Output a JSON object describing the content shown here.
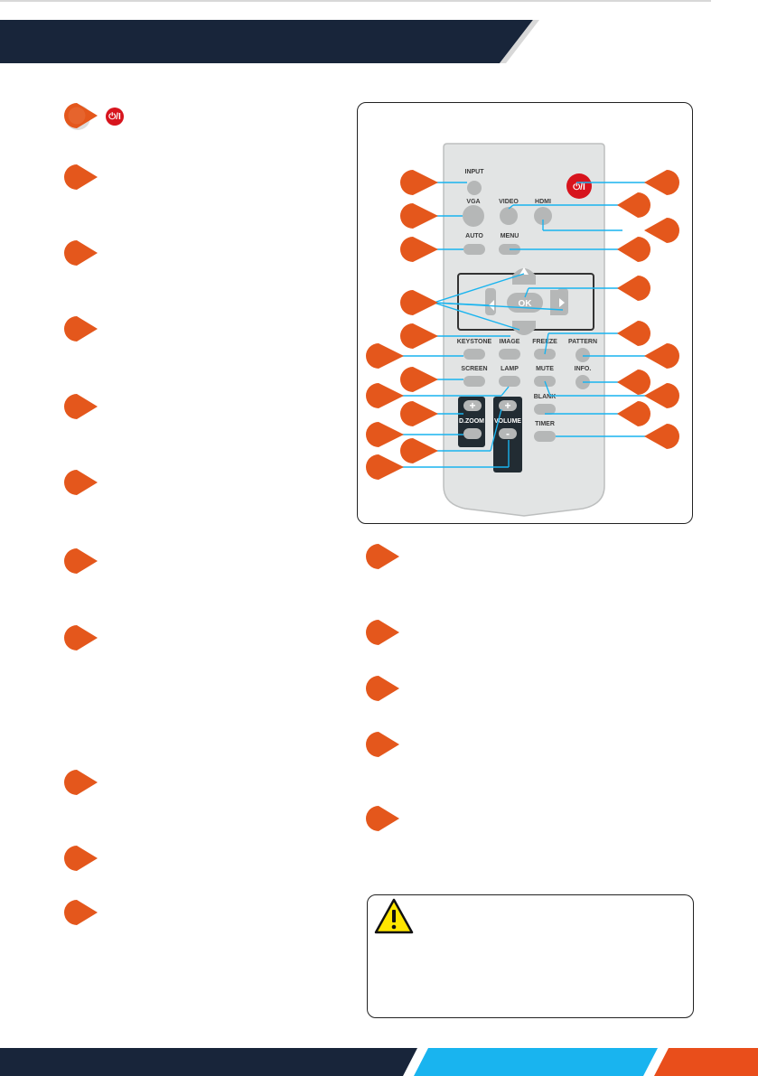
{
  "header": {
    "bar_color": "#18253a",
    "edge_color": "#d8d8d8"
  },
  "footer": {
    "dark_color": "#18253a",
    "cyan_color": "#19b4ef",
    "orange_color": "#e94e1b"
  },
  "callout_color": "#e4571c",
  "power_symbol": "⏻/I",
  "remote": {
    "buttons": {
      "input": "INPUT",
      "vga": "VGA",
      "video": "VIDEO",
      "hdmi": "HDMI",
      "auto": "AUTO",
      "menu": "MENU",
      "ok": "OK",
      "keystone": "KEYSTONE",
      "image": "IMAGE",
      "freeze": "FREEZE",
      "pattern": "PATTERN",
      "screen": "SCREEN",
      "lamp": "LAMP",
      "mute": "MUTE",
      "info": "INFO.",
      "blank": "BLANK",
      "timer": "TIMER",
      "dzoom": "D.ZOOM",
      "volume": "VOLUME",
      "plus": "+",
      "minus": "-",
      "power": "⏻/I"
    }
  },
  "warning": {
    "icon": "warning-triangle-icon",
    "icon_color": "#ffe600"
  }
}
